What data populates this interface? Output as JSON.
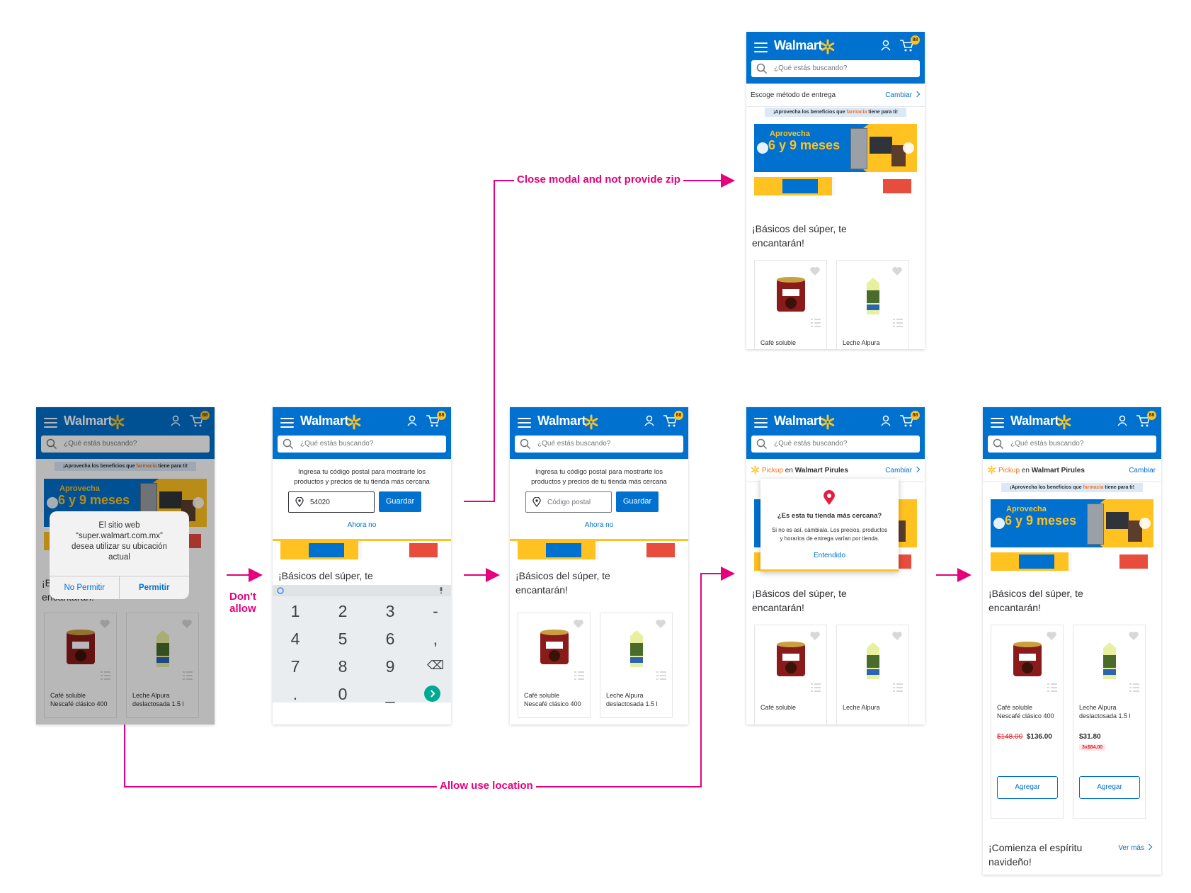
{
  "common": {
    "logo": "Walmart",
    "cart_count": "88",
    "search_placeholder": "¿Qué estás buscando?",
    "promo_text": "¡Aprovecha los beneficios que ",
    "promo_highlight": "farmacia",
    "promo_tail": " tiene para ti!",
    "hero_line1": "Aprovecha",
    "hero_line2": "6 y 9 meses",
    "section_title_1": "¡Básicos del súper, te",
    "section_title_2": "encantarán!",
    "product1_name_1": "Café soluble",
    "product1_name_2": "Nescafé clásico 400",
    "product2_name_1": "Leche Alpura",
    "product2_name_2": "deslactosada 1.5 l"
  },
  "screen1": {
    "ios_msg_1": "El sitio web",
    "ios_msg_2": "“super.walmart.com.mx”",
    "ios_msg_3": "desea utilizar su ubicación",
    "ios_msg_4": "actual",
    "deny": "No Permitir",
    "allow": "Permitir"
  },
  "screen2": {
    "zip_msg_1": "Ingresa tu código postal para mostrarte los",
    "zip_msg_2": "productos y precios de tu tienda más cercana",
    "zip_value": "54020",
    "save": "Guardar",
    "not_now": "Ahora no",
    "keys": [
      "1",
      "2",
      "3",
      "-",
      "4",
      "5",
      "6",
      ",",
      "7",
      "8",
      "9",
      "⌫",
      ".",
      "0",
      "_"
    ]
  },
  "screen3": {
    "zip_placeholder": "Código postal"
  },
  "screen_top": {
    "delivery_label": "Escoge método de entrega",
    "change": "Cambiar",
    "product1_short": "Café soluble",
    "product2_short": "Leche Alpura"
  },
  "screen4": {
    "pickup": "Pickup",
    "en": " en ",
    "store": "Walmart Pirules",
    "change": "Cambiar",
    "question": "¿Es esta tu tienda más cercana?",
    "desc_1": "Si no es así, cámbiala. Los precios, productos",
    "desc_2": "y horarios de entrega varían por tienda.",
    "ok": "Entendido"
  },
  "screen5": {
    "price1_old": "$148.00",
    "price1": "$136.00",
    "price2": "$31.80",
    "price2_promo": "3x$84.00",
    "add": "Agregar",
    "section2_1": "¡Comienza el espíritu",
    "section2_2": "navideño!",
    "see_more": "Ver más"
  },
  "flow_labels": {
    "dont_allow_1": "Don't",
    "dont_allow_2": "allow",
    "close_modal": "Close modal and not provide zip",
    "allow_location": "Allow use location"
  },
  "colors": {
    "brand_blue": "#0071ce",
    "spark_yellow": "#ffc220",
    "flow_magenta": "#e6007e",
    "pickup_orange": "#f47321",
    "sale_red": "#de1c24"
  }
}
